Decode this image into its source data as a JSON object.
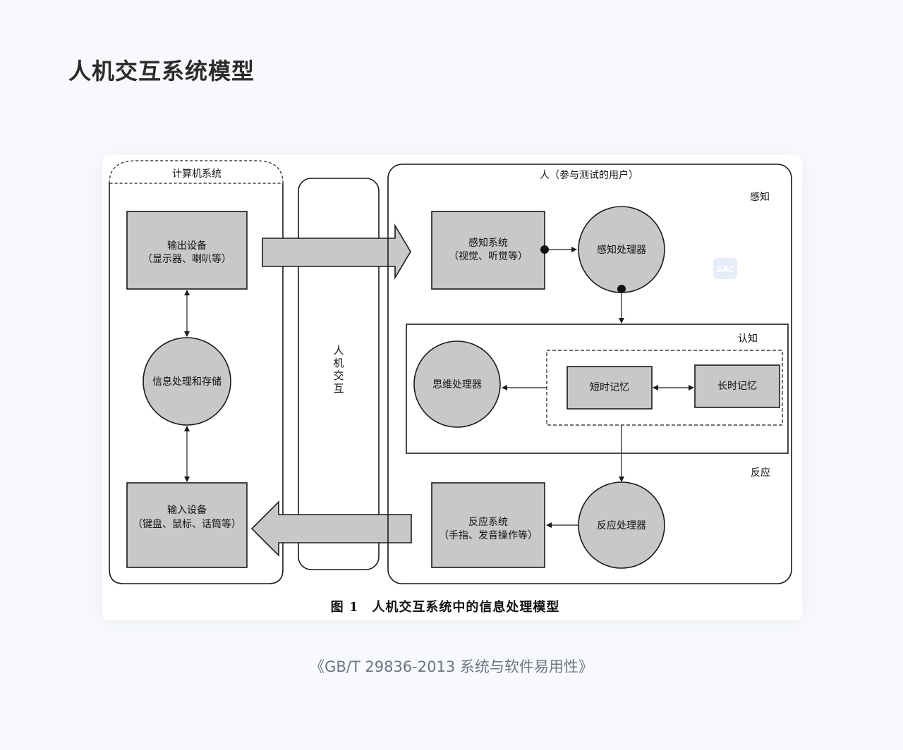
{
  "page": {
    "title": "人机交互系统模型",
    "source": "《GB/T 29836-2013 系统与软件易用性》"
  },
  "diagram": {
    "computer_system": "计算机系统",
    "output_device": {
      "line1": "输出设备",
      "line2": "（显示器、喇叭等）"
    },
    "info_processing": "信息处理和存储",
    "input_device": {
      "line1": "输入设备",
      "line2": "（键盘、鼠标、话筒等）"
    },
    "hci_column": [
      "人",
      "机",
      "交",
      "互"
    ],
    "human_user": "人（参与测试的用户）",
    "perception_label": "感知",
    "perception_system": {
      "line1": "感知系统",
      "line2": "（视觉、听觉等）"
    },
    "perception_processor": "感知处理器",
    "watermark": "SAC",
    "cognition_label": "认知",
    "thinking_processor": "思维处理器",
    "short_term_memory": "短时记忆",
    "long_term_memory": "长时记忆",
    "response_label": "反应",
    "response_system": {
      "line1": "反应系统",
      "line2": "（手指、发音操作等）"
    },
    "response_processor": "反应处理器",
    "caption": "图 1　人机交互系统中的信息处理模型"
  },
  "colors": {
    "box_fill": "#c8c8c8",
    "stroke": "#1a1a1a"
  }
}
